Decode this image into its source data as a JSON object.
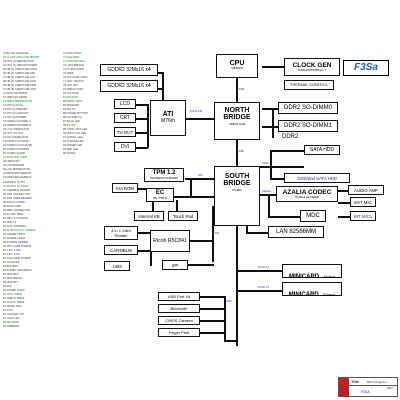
{
  "title_badge": "F3Sa",
  "blocks": {
    "gddr_a": "GDDR2 32Mx16  x4",
    "gddr_b": "GDDR2 32Mx16  x4",
    "cpu": "CPU",
    "cpu_sub": "MEROM",
    "clock_gen": "CLOCK GEN",
    "clock_gen_sub": "ICS9LPRS365GLF-T",
    "thermal": "THERMAL CONTROL",
    "ati_a": "ATI",
    "ati_b": "M76m",
    "nb_a": "NORTH",
    "nb_b": "BRIDGE",
    "nb_sub": "CRESTLINE",
    "lcd": "LCD",
    "crt": "CRT",
    "tvout": "TV-OUT",
    "dvi": "DVI",
    "ddr_a": "DDR2 SO-DIMM0",
    "ddr_b": "DDR2 SO-DIMM1",
    "ddr_c": "DDR2",
    "tpm": "TPM 1.2",
    "tpm_sub": "INFINEON SLB9635",
    "sb_a": "SOUTH",
    "sb_b": "BRIDGE",
    "sb_sub": "ICH8M",
    "sata_hdd": "SATA HDD",
    "odd": "ODD/2nd SATA HDD",
    "ec": "EC",
    "ec_sub": "ITE IT8511",
    "kbc_rom": "KIA ROM",
    "internal_kb": "Internal KB",
    "touchpad": "Touch Pad",
    "azalia": "AZALIA CODEC",
    "azalia_sub": "Realtek ALC660D",
    "audio_amp": "AUDIO AMP",
    "ext_mic": "EXT MIC",
    "mdc": "MDC",
    "int_mic": "INT MIC1",
    "card_reader_a": "4 in 1 Card",
    "card_reader_b": "Reader",
    "cardbus": "CARDBUS",
    "ricoh": "Ricoh R5C841",
    "ieee1394": "1394",
    "spi": "SPI",
    "lan": "LAN 82566MM",
    "minicard_a": "MINICARD",
    "minicard_a_sub": "Kedron",
    "minicard_b": "MINICARD",
    "minicard_b_sub": "Robson",
    "usb_port": "USB Port X4",
    "bluetooth": "Bluetooth",
    "cmos_camera": "CMOS Camera",
    "finger_print": "Finger Print"
  },
  "bus_labels": {
    "pcie_x16": "PCI-E X16",
    "fsb": "FSB",
    "dmi": "DMI",
    "lpc": "LPC",
    "pci": "PCI",
    "sata": "SATA",
    "azalia_bus": "AZALIA",
    "pcie_x1_a": "PCI-E X1",
    "pcie_x1_b": "PCI-E X1",
    "usb": "USB"
  },
  "title_block": {
    "title_label": "Title",
    "title_value": "Block Diagram",
    "model": "F3SA",
    "rev": "REV"
  },
  "index_left": [
    {
      "t": "01  BLOCK DIAGRAM",
      "c": "d"
    },
    {
      "t": "02  CLOCK GEN ICS9LPRS365",
      "c": "g"
    },
    {
      "t": "03  CPU (1) MEROM HOST",
      "c": "d"
    },
    {
      "t": "04  CPU (2) MEROM POWER",
      "c": "d"
    },
    {
      "t": "05  NB (1) CRESTLINE HOST",
      "c": "d"
    },
    {
      "t": "06  NB (2) CRESTLINE DMI",
      "c": "d"
    },
    {
      "t": "07  NB (3) CRESTLINE GFX",
      "c": "d"
    },
    {
      "t": "08  NB (4) CRESTLINE DDR",
      "c": "d"
    },
    {
      "t": "09  NB (5) CRESTLINE PWR",
      "c": "d"
    },
    {
      "t": "10  NB (6) CRESTLINE GND",
      "c": "d"
    },
    {
      "t": "11  DDR2 SO-DIMM0",
      "c": "d"
    },
    {
      "t": "12  DDR2 SO-DIMM1",
      "c": "d"
    },
    {
      "t": "13  DDR2 TERMINATION",
      "c": "g"
    },
    {
      "t": "14  M76 (1) PCI-E",
      "c": "d"
    },
    {
      "t": "15  M76 (2) MEMORY",
      "c": "d"
    },
    {
      "t": "16  M76 (3) LVDS/CRT",
      "c": "d"
    },
    {
      "t": "17  M76 (4) POWER",
      "c": "d"
    },
    {
      "t": "18  GDDR2 CHANNEL A",
      "c": "d"
    },
    {
      "t": "19  GDDR2 CHANNEL B",
      "c": "d"
    },
    {
      "t": "20  LCD CONNECTOR",
      "c": "d"
    },
    {
      "t": "21  CRT / TV-OUT",
      "c": "d"
    },
    {
      "t": "22  DVI CONNECTOR",
      "c": "d"
    },
    {
      "t": "23  ICH8M (1) PCI/LPC",
      "c": "d"
    },
    {
      "t": "24  ICH8M (2) SATA/USB",
      "c": "d"
    },
    {
      "t": "25  ICH8M (3) POWER",
      "c": "d"
    },
    {
      "t": "26  ICH8M (4) GND",
      "c": "d"
    },
    {
      "t": "27  SATA HDD / ODD",
      "c": "g"
    },
    {
      "t": "28  USB PORT",
      "c": "d"
    },
    {
      "t": "29  LAN 82566MM",
      "c": "d"
    },
    {
      "t": "30  LAN TERMINATION",
      "c": "d"
    },
    {
      "t": "31  MINICARD KEDRON",
      "c": "d"
    },
    {
      "t": "32  MINICARD ROBSON",
      "c": "d"
    },
    {
      "t": "33  R5C841 (1) PCI",
      "c": "d"
    },
    {
      "t": "34  R5C841 (2) CARD",
      "c": "g"
    },
    {
      "t": "35  CARDBUS SOCKET",
      "c": "d"
    },
    {
      "t": "36  1394 CONNECTOR",
      "c": "d"
    },
    {
      "t": "37  4IN1 CARD READER",
      "c": "b"
    },
    {
      "t": "38  AZALIA CODEC",
      "c": "d"
    },
    {
      "t": "39  AUDIO AMP",
      "c": "d"
    },
    {
      "t": "40  MDC CONNECTOR",
      "c": "b"
    },
    {
      "t": "41  EC ITE IT8511",
      "c": "d"
    },
    {
      "t": "42  KBC / TOUCHPAD",
      "c": "d"
    },
    {
      "t": "43  TPM 1.2",
      "c": "d"
    },
    {
      "t": "44  FAN / THERMAL",
      "c": "d"
    },
    {
      "t": "45  BLUETOOTH / CAMERA",
      "c": "g"
    },
    {
      "t": "46  FINGER PRINT",
      "c": "d"
    },
    {
      "t": "47  SCREW HOLES",
      "c": "d"
    },
    {
      "t": "48  SYSTEM POWER",
      "c": "b"
    },
    {
      "t": "49  CPU CORE POWER",
      "c": "d"
    },
    {
      "t": "50  1.5V / 1.05V",
      "c": "d"
    },
    {
      "t": "51  1.8V / 0.9V",
      "c": "d"
    },
    {
      "t": "52  VGA CORE POWER",
      "c": "d"
    },
    {
      "t": "53  CHARGER",
      "c": "g"
    },
    {
      "t": "54  BATTERY",
      "c": "d"
    },
    {
      "t": "55  POWER SEQUENCE",
      "c": "d"
    },
    {
      "t": "56  PROTECT",
      "c": "d"
    },
    {
      "t": "57  DISCHARGE",
      "c": "d"
    },
    {
      "t": "58  HISTORY",
      "c": "d"
    },
    {
      "t": "59  EMI",
      "c": "d"
    },
    {
      "t": "60  POWER FLOW",
      "c": "d"
    },
    {
      "t": "61  GPIO TABLE",
      "c": "g"
    },
    {
      "t": "62  SMBUS TABLE",
      "c": "d"
    },
    {
      "t": "63  CLOCK TABLE",
      "c": "d"
    },
    {
      "t": "64  RESET MAP",
      "c": "d"
    },
    {
      "t": "65  ACPI",
      "c": "d"
    },
    {
      "t": "66  CHANGE LIST",
      "c": "d"
    },
    {
      "t": "67  LOAD LIST",
      "c": "d"
    },
    {
      "t": "68  REVISION",
      "c": "g"
    },
    {
      "t": "69  APPENDIX",
      "c": "d"
    }
  ],
  "index_right": [
    {
      "t": "70  VGA STRAP",
      "c": "d"
    },
    {
      "t": "71  VGA GPIO",
      "c": "d"
    },
    {
      "t": "72  VGA PWR SEQ",
      "c": "g"
    },
    {
      "t": "73  LVDS BRIDGE",
      "c": "d"
    },
    {
      "t": "74  TV ENCODER",
      "c": "d"
    },
    {
      "t": "75  HDMI",
      "c": "d"
    },
    {
      "t": "76  DVI LEVEL SHIFT",
      "c": "d"
    },
    {
      "t": "77  LED / SWITCH",
      "c": "d"
    },
    {
      "t": "78  HOT KEY",
      "c": "d"
    },
    {
      "t": "79  DEBUG PORT",
      "c": "d"
    },
    {
      "t": "80  LPC ROM",
      "c": "d"
    },
    {
      "t": "81  SPI ROM",
      "c": "g"
    },
    {
      "t": "82  AUDIO JACK",
      "c": "d"
    },
    {
      "t": "83  SPEAKER",
      "c": "d"
    },
    {
      "t": "84  MIC IN",
      "c": "d"
    },
    {
      "t": "85  POWER BUTTON",
      "c": "d"
    },
    {
      "t": "86  LID SWITCH",
      "c": "d"
    },
    {
      "t": "87  WLAN LED",
      "c": "d"
    },
    {
      "t": "88  BT LED",
      "c": "g"
    },
    {
      "t": "89  CAPS LOCK LED",
      "c": "d"
    },
    {
      "t": "90  NUM LOCK LED",
      "c": "d"
    },
    {
      "t": "91  SCROLL LED",
      "c": "d"
    },
    {
      "t": "92  CHARGE LED",
      "c": "d"
    },
    {
      "t": "93  POWER LED",
      "c": "d"
    },
    {
      "t": "94  HDD LED",
      "c": "d"
    },
    {
      "t": "95  NOTES",
      "c": "d"
    }
  ]
}
